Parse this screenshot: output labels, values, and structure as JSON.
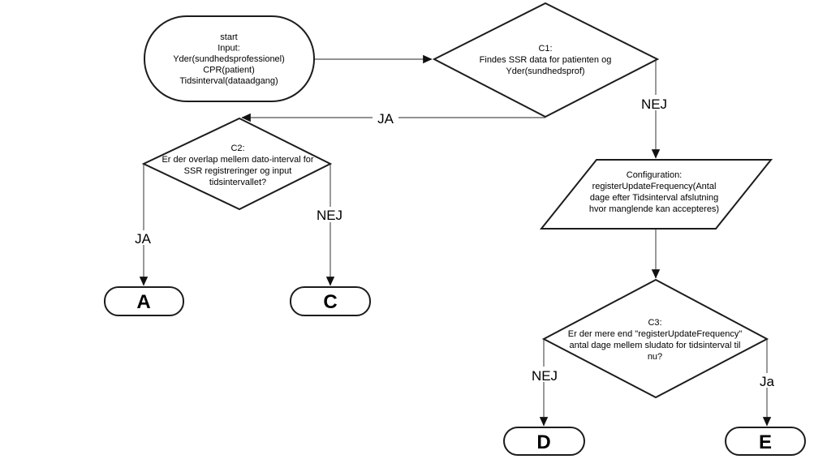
{
  "diagram": {
    "type": "flowchart",
    "language": "Danish",
    "colors": {
      "background": "#ffffff",
      "shape_stroke": "#1c1c1c",
      "edge_stroke": "#6e6e6e",
      "arrowhead": "#111111",
      "text": "#000000"
    },
    "nodes": {
      "start": {
        "shape": "rounded-stadium",
        "lines": [
          "start",
          "Input:",
          "Yder(sundhedsprofessionel)",
          "CPR(patient)",
          "Tidsinterval(dataadgang)"
        ]
      },
      "c1": {
        "shape": "diamond",
        "lines": [
          "C1:",
          "Findes SSR data for patienten og",
          "Yder(sundhedsprof)"
        ]
      },
      "c2": {
        "shape": "diamond",
        "lines": [
          "C2:",
          "Er der overlap mellem dato-interval for",
          "SSR registreringer og input",
          "tidsintervallet?"
        ]
      },
      "config": {
        "shape": "parallelogram",
        "lines": [
          "Configuration:",
          "registerUpdateFrequency(Antal",
          "dage efter Tidsinterval afslutning",
          "hvor manglende kan accepteres)"
        ]
      },
      "c3": {
        "shape": "diamond",
        "lines": [
          "C3:",
          "Er der mere end \"registerUpdateFrequency\"",
          "antal dage mellem sludato for tidsinterval til",
          "nu?"
        ]
      },
      "terminal_a": {
        "shape": "stadium",
        "label": "A"
      },
      "terminal_c": {
        "shape": "stadium",
        "label": "C"
      },
      "terminal_d": {
        "shape": "stadium",
        "label": "D"
      },
      "terminal_e": {
        "shape": "stadium",
        "label": "E"
      }
    },
    "edges": [
      {
        "from": "start",
        "to": "c1",
        "label": ""
      },
      {
        "from": "c1",
        "to": "c2",
        "label": "JA"
      },
      {
        "from": "c1",
        "to": "config",
        "label": "NEJ"
      },
      {
        "from": "c2",
        "to": "terminal_a",
        "label": "JA"
      },
      {
        "from": "c2",
        "to": "terminal_c",
        "label": "NEJ"
      },
      {
        "from": "config",
        "to": "c3",
        "label": ""
      },
      {
        "from": "c3",
        "to": "terminal_d",
        "label": "NEJ"
      },
      {
        "from": "c3",
        "to": "terminal_e",
        "label": "Ja"
      }
    ]
  }
}
